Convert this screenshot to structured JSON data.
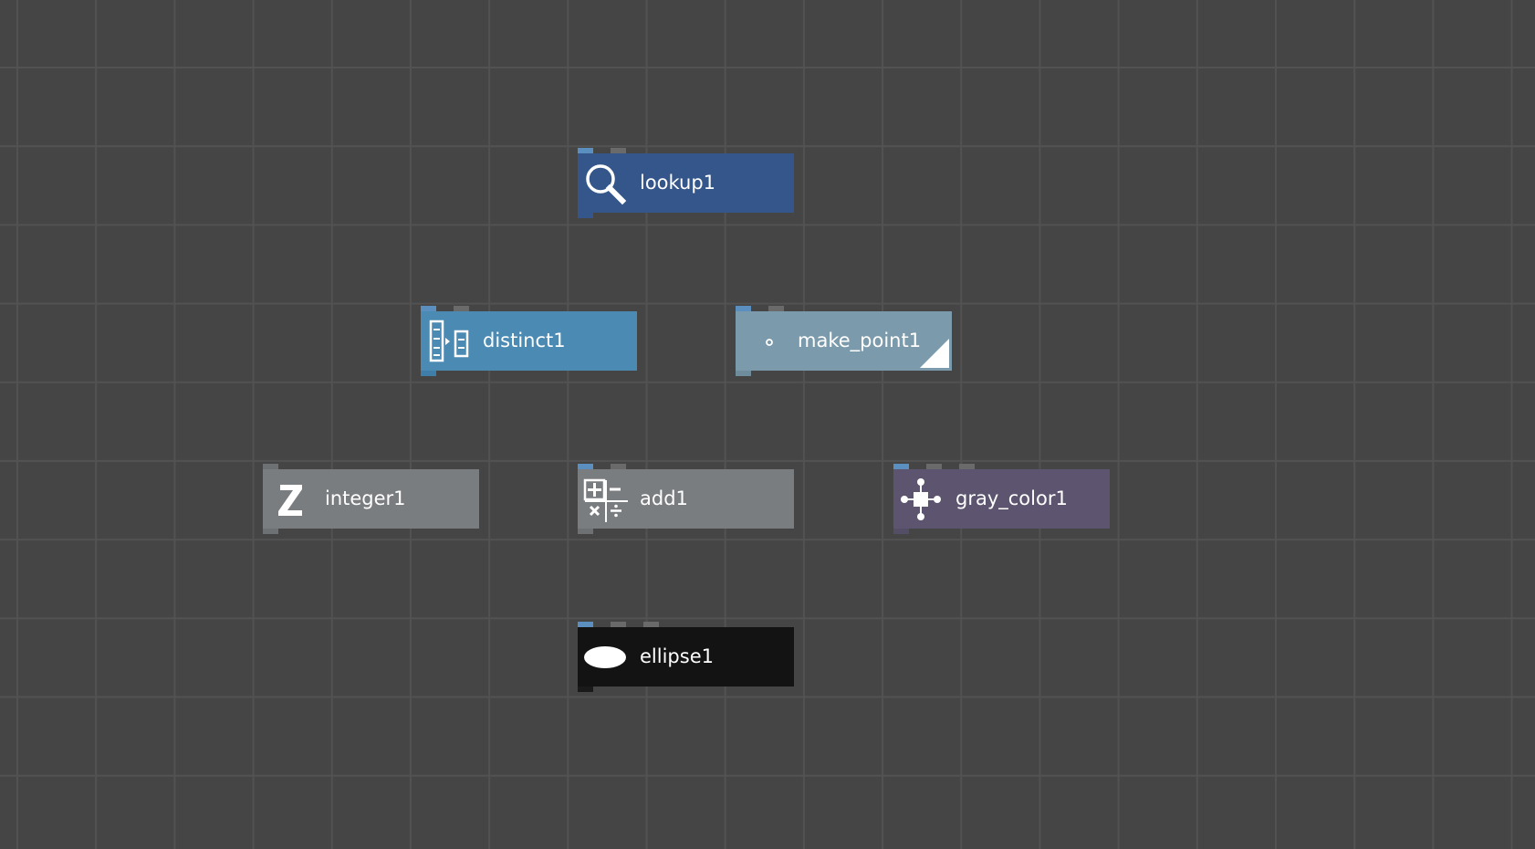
{
  "nodes": [
    {
      "id": "lookup1",
      "label": "lookup1",
      "icon": "magnifier-icon",
      "body_color": "#34568a",
      "strip_color": "#34568a",
      "port_count": 2
    },
    {
      "id": "distinct1",
      "label": "distinct1",
      "icon": "distinct-list-icon",
      "body_color": "#4a8ab3",
      "strip_color": "#3f7ea8",
      "port_count": 2
    },
    {
      "id": "make_point1",
      "label": "make_point1",
      "icon": "point-icon",
      "body_color": "#7b9aab",
      "strip_color": "#6f8c9c",
      "port_count": 2
    },
    {
      "id": "integer1",
      "label": "integer1",
      "icon": "integer-z-icon",
      "body_color": "#7a7d80",
      "strip_color": "#6e7174",
      "port_count": 0
    },
    {
      "id": "add1",
      "label": "add1",
      "icon": "math-operators-icon",
      "body_color": "#7a7d80",
      "strip_color": "#6e7174",
      "port_count": 2
    },
    {
      "id": "gray_color1",
      "label": "gray_color1",
      "icon": "color-node-icon",
      "body_color": "#5d5570",
      "strip_color": "#544d66",
      "port_count": 3
    },
    {
      "id": "ellipse1",
      "label": "ellipse1",
      "icon": "ellipse-icon",
      "body_color": "#131313",
      "strip_color": "#1a1a1a",
      "port_count": 3
    }
  ],
  "colors": {
    "canvas_background": "#454545",
    "grid_line": "#525252",
    "port": "#6a6a6a",
    "port_active": "#5a8fbf"
  }
}
